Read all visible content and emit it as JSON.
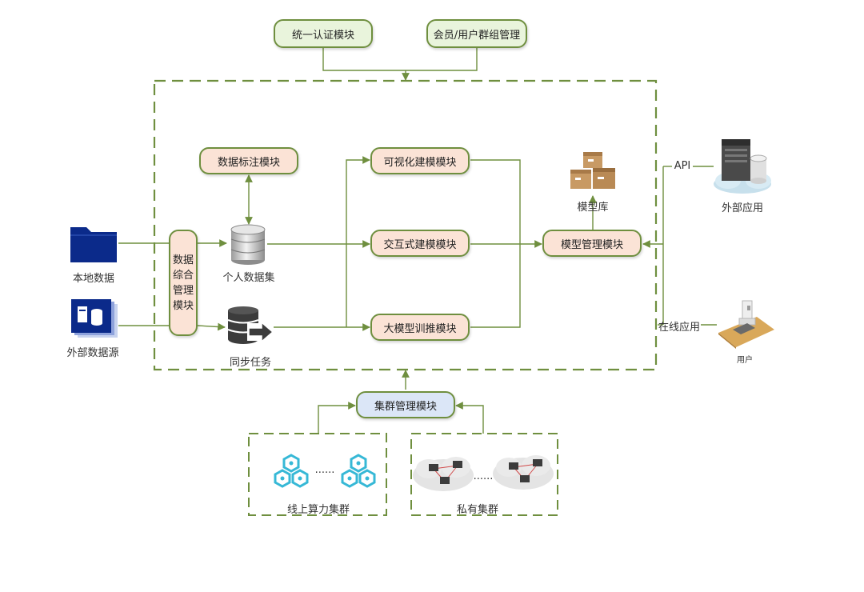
{
  "top_modules": {
    "auth": "统一认证模块",
    "members": "会员/用户群组管理"
  },
  "sources": {
    "local": "本地数据",
    "external": "外部数据源"
  },
  "data_mgmt": {
    "line1": "数据",
    "line2": "综合",
    "line3": "管理",
    "line4": "模块"
  },
  "annotation_module": "数据标注模块",
  "personal_dataset": "个人数据集",
  "sync_task": "同步任务",
  "modeling": {
    "visual": "可视化建模模块",
    "interactive": "交互式建模模块",
    "training": "大模型训推模块"
  },
  "model_repo": "模型库",
  "model_mgmt": "模型管理模块",
  "external_app": {
    "api": "API",
    "label": "外部应用"
  },
  "online_app": {
    "label": "在线应用",
    "user": "用户"
  },
  "cluster": {
    "module": "集群管理模块",
    "online": "线上算力集群",
    "private": "私有集群",
    "ellipsis": "......"
  },
  "colors": {
    "line": "#6f8f3f",
    "green_fill": "#e9f4dc",
    "peach_fill": "#fbe3d6",
    "blue_fill": "#dbe6f7",
    "navy_icon": "#0b2a8a",
    "cyan_icon": "#36b8d6"
  }
}
